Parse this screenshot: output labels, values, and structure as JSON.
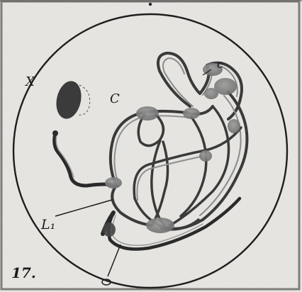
{
  "figure": {
    "number": "17.",
    "labels": {
      "x": "X",
      "c_left": "C",
      "c_right": "c",
      "l1": "L₁"
    }
  }
}
